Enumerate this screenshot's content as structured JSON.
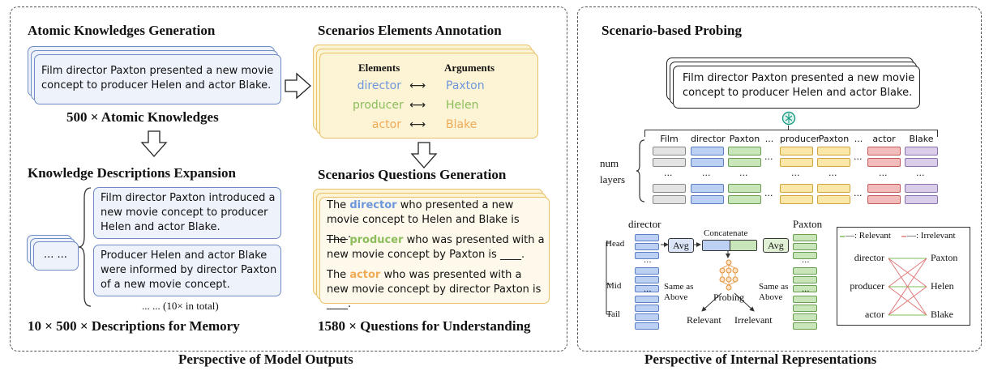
{
  "left_panel": {
    "caption": "Perspective of Model Outputs",
    "atomic": {
      "title": "Atomic Knowledges Generation",
      "card_text": "Film director Paxton presented a new movie concept to producer Helen and actor Blake.",
      "count_label": "500 × Atomic Knowledges"
    },
    "expansion": {
      "title": "Knowledge Descriptions Expansion",
      "stack_label": "... ...",
      "desc1": "Film director Paxton introduced a new movie concept to producer Helen and actor Blake.",
      "desc2": "Producer Helen and actor Blake were informed by director Paxton of a new movie concept.",
      "total_note": "... ... (10× in total)",
      "count_label": "10 × 500 × Descriptions for Memory"
    },
    "annotation": {
      "title": "Scenarios Elements Annotation",
      "header_elements": "Elements",
      "header_arguments": "Arguments",
      "rows": [
        {
          "element": "director",
          "argument": "Paxton",
          "color": "#6d97dc"
        },
        {
          "element": "producer",
          "argument": "Helen",
          "color": "#8bbd5c"
        },
        {
          "element": "actor",
          "argument": "Blake",
          "color": "#f0ab57"
        }
      ]
    },
    "questions": {
      "title": "Scenarios Questions Generation",
      "q1": {
        "pre": "The ",
        "hl": "director",
        "post": " who presented a new movie concept to Helen and Blake is ____."
      },
      "q2": {
        "pre": "The ",
        "hl": "producer",
        "post": " who was presented with a new movie concept by Paxton is ____."
      },
      "q3": {
        "pre": "The ",
        "hl": "actor",
        "post": " who was presented with a new movie concept by director Paxton is ____."
      },
      "count_label": "1580 × Questions for Understanding"
    }
  },
  "right_panel": {
    "title": "Scenario-based Probing",
    "caption": "Perspective of Internal Representations",
    "card_text": "Film director Paxton presented a new movie concept to producer Helen and actor Blake.",
    "tokens": [
      "Film",
      "director",
      "Paxton",
      "...",
      "producer",
      "Paxton",
      "...",
      "actor",
      "Blake"
    ],
    "num_layers": "num layers",
    "ellipsis": "...",
    "probe": {
      "director": "director",
      "paxton": "Paxton",
      "concatenate": "Concatenate",
      "avg": "Avg",
      "head": "Head",
      "mid": "Mid",
      "tail": "Tail",
      "same_as_above": "Same as Above",
      "probing": "Probing",
      "relevant": "Relevant",
      "irrelevant": "Irrelevant"
    },
    "legend": {
      "relevant": "—: Relevant",
      "irrelevant": "—: Irrelevant",
      "relevant_color": "#7dbd5a",
      "irrelevant_color": "#e07a7a",
      "left": [
        "director",
        "producer",
        "actor"
      ],
      "right": [
        "Paxton",
        "Helen",
        "Blake"
      ]
    }
  }
}
